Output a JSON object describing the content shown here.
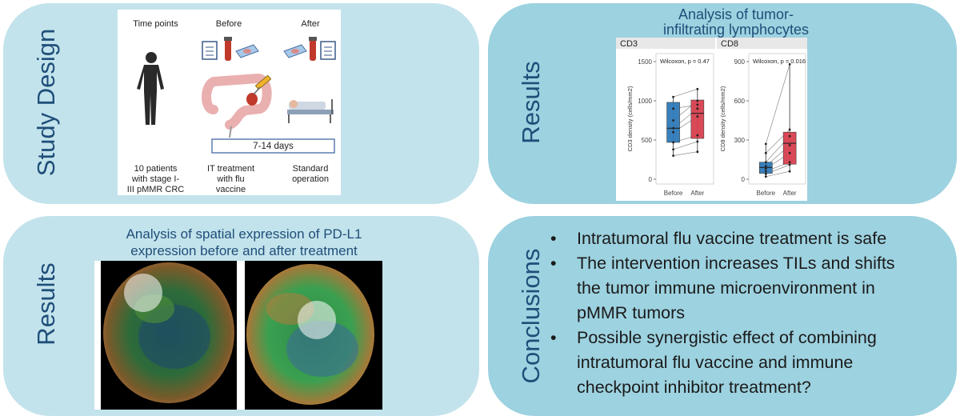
{
  "panels": {
    "study_design": {
      "label": "Study Design",
      "headers": [
        "Time points",
        "Before",
        "After"
      ],
      "days": "7-14 days",
      "captions": [
        [
          "10 patients",
          "with stage I-",
          "III pMMR CRC"
        ],
        [
          "IT treatment",
          "with flu",
          "vaccine"
        ],
        [
          "Standard",
          "operation"
        ]
      ]
    },
    "results_til": {
      "label": "Results",
      "title_lines": [
        "Analysis of tumor-",
        "infiltrating lymphocytes"
      ]
    },
    "results_pdl1": {
      "label": "Results",
      "title_lines": [
        "Analysis of spatial expression of PD-L1",
        "expression before and after treatment"
      ]
    },
    "conclusions": {
      "label": "Conclusions",
      "bullet_symbol": "•",
      "bullets": [
        [
          "Intratumoral flu vaccine treatment is safe"
        ],
        [
          "The intervention increases TILs and shifts",
          "the tumor immune microenvironment in",
          "pMMR tumors"
        ],
        [
          "Possible synergistic effect of combining",
          "intratumoral flu vaccine and immune",
          "checkpoint inhibitor treatment?"
        ]
      ]
    }
  },
  "colors": {
    "before": "#2f7ab9",
    "after": "#d9404f",
    "light_panel": "#c3e3ec",
    "dark_panel": "#9dd2e0",
    "label_blue": "#1f4e79"
  },
  "chart_data": [
    {
      "type": "box",
      "title": "CD3",
      "annotation": "Wilcoxon, p = 0.47",
      "ylabel": "CD3 density (cells/mm2)",
      "categories": [
        "Before",
        "After"
      ],
      "ylim": [
        0,
        1500
      ],
      "yticks": [
        0,
        500,
        1000,
        1500
      ],
      "boxes": [
        {
          "group": "Before",
          "q1": 470,
          "median": 650,
          "q3": 980,
          "min": 300,
          "max": 1050
        },
        {
          "group": "After",
          "q1": 520,
          "median": 840,
          "q3": 1010,
          "min": 330,
          "max": 1150
        }
      ],
      "pairs": [
        [
          300,
          350
        ],
        [
          380,
          480
        ],
        [
          470,
          560
        ],
        [
          600,
          800
        ],
        [
          650,
          900
        ],
        [
          750,
          1000
        ],
        [
          900,
          950
        ],
        [
          1050,
          1150
        ]
      ]
    },
    {
      "type": "box",
      "title": "CD8",
      "annotation": "Wilcoxon, p = 0.016",
      "ylabel": "CD8 density (cells/mm2)",
      "categories": [
        "Before",
        "After"
      ],
      "ylim": [
        0,
        900
      ],
      "yticks": [
        0,
        300,
        600,
        900
      ],
      "boxes": [
        {
          "group": "Before",
          "q1": 45,
          "median": 90,
          "q3": 130,
          "min": 20,
          "max": 270
        },
        {
          "group": "After",
          "q1": 115,
          "median": 275,
          "q3": 360,
          "min": 60,
          "max": 880
        }
      ],
      "pairs": [
        [
          20,
          60
        ],
        [
          40,
          110
        ],
        [
          60,
          130
        ],
        [
          80,
          200
        ],
        [
          100,
          260
        ],
        [
          130,
          330
        ],
        [
          200,
          380
        ],
        [
          270,
          880
        ]
      ]
    }
  ]
}
